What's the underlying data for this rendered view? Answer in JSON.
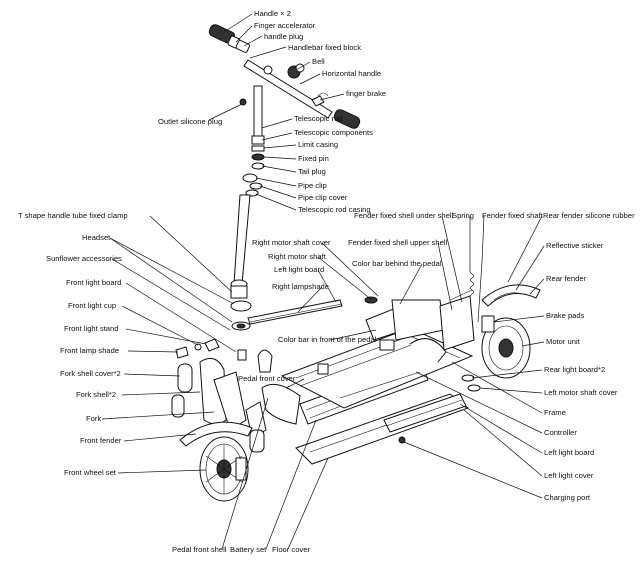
{
  "labels": {
    "handle": "Handle × 2",
    "finger_accelerator": "Finger accelerator",
    "handle_plug": "handle plug",
    "handlebar_fixed_block": "Handlebar fixed block",
    "bell": "Bell",
    "horizontal_handle": "Horizontal handle",
    "finger_brake": "finger brake",
    "outlet_silicone_plug": "Outlet silicone plug",
    "telescopic_rod": "Telescopic rod",
    "telescopic_components": "Telescopic components",
    "limit_casing": "Limit casing",
    "fixed_pin": "Fixed pin",
    "tail_plug": "Tail plug",
    "pipe_clip": "Pipe clip",
    "pipe_clip_cover": "Pipe clip cover",
    "telescopic_rod_casing": "Telescopic rod casing",
    "t_shape_clamp": "T shape handle tube fixed clamp",
    "headset": "Headset",
    "sunflower_accessories": "Sunflower accessories",
    "front_light_board": "Front light board",
    "front_light_cup": "Front light cup",
    "front_light_stand": "Front light stand",
    "front_lamp_shade": "Front lamp shade",
    "fork_shell_cover": "Fork shell cover*2",
    "fork_shell": "Fork shell*2",
    "fork": "Fork",
    "front_fender": "Front fender",
    "front_wheel_set": "Front wheel set",
    "pedal_front_shell": "Pedal front shell",
    "battery_set": "Battery set",
    "floor_cover": "Floor cover",
    "right_motor_shaft_cover": "Right motor shaft cover",
    "right_motor_shaft": "Right motor shaft",
    "left_light_board": "Left light board",
    "right_lampshade": "Right lampshade",
    "color_bar_front": "Color bar in front of the pedal",
    "pedal_front_cover": "Pedal front cover",
    "fender_fixed_shell_under_shell": "Fender fixed shell under shell",
    "fender_fixed_shell_upper_shell": "Fender fixed shell upper shell",
    "color_bar_behind": "Color bar behind the pedal",
    "spring": "Spring",
    "fender_fixed_shaft": "Fender fixed shaft",
    "rear_fender_silicone_rubber": "Rear fender silicone rubber",
    "reflective_sticker": "Reflective sticker",
    "rear_fender": "Rear fender",
    "brake_pads": "Brake pads",
    "motor_unit": "Motor unit",
    "rear_light_board": "Rear light board*2",
    "left_motor_shaft_cover": "Left motor shaft cover",
    "frame": "Frame",
    "controller": "Controller",
    "left_light_board_r": "Left light board",
    "left_light_cover": "Left light cover",
    "charging_port": "Charging port"
  }
}
